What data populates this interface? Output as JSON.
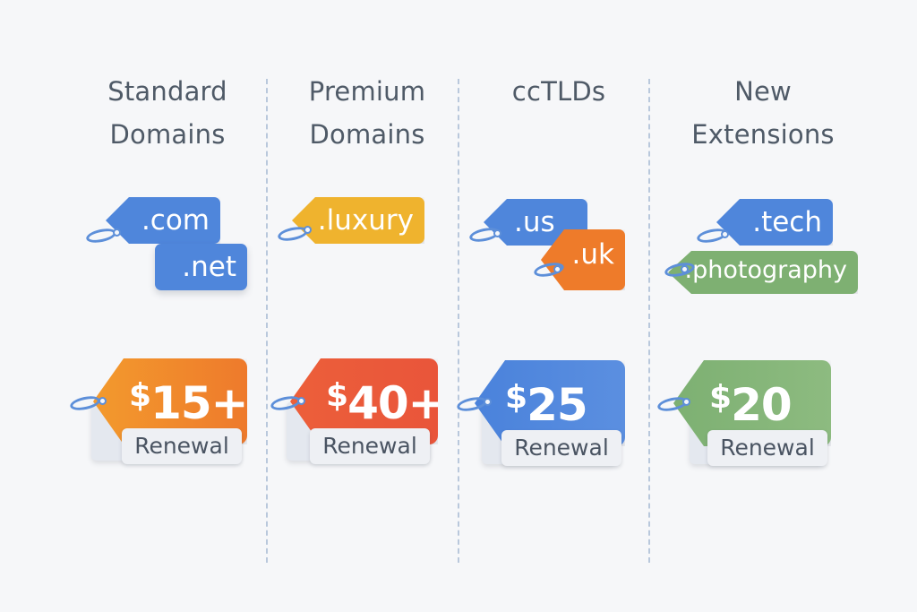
{
  "columns": [
    {
      "heading_line1": "Standard",
      "heading_line2": "Domains",
      "tags": [
        ".com",
        ".net"
      ],
      "price": "15",
      "price_suffix": "+",
      "currency": "$",
      "price_label": "Renewal"
    },
    {
      "heading_line1": "Premium",
      "heading_line2": "Domains",
      "tags": [
        ".luxury"
      ],
      "price": "40",
      "price_suffix": "+",
      "currency": "$",
      "price_label": "Renewal"
    },
    {
      "heading_line1": "ccTLDs",
      "heading_line2": "",
      "tags": [
        ".us",
        ".uk"
      ],
      "price": "25",
      "price_suffix": "",
      "currency": "$",
      "price_label": "Renewal"
    },
    {
      "heading_line1": "New",
      "heading_line2": "Extensions",
      "tags": [
        ".tech",
        ".photography"
      ],
      "price": "20",
      "price_suffix": "",
      "currency": "$",
      "price_label": "Renewal"
    }
  ],
  "colors": {
    "blue": "#4f86db",
    "orange": "#ee7b2a",
    "yellow": "#efb32e",
    "green": "#7eb072",
    "red": "#e9553a",
    "divider": "#b9c8dc",
    "heading_text": "#4f5a67"
  },
  "icons": [
    "tag-icon",
    "price-tag-icon",
    "ring-icon"
  ]
}
